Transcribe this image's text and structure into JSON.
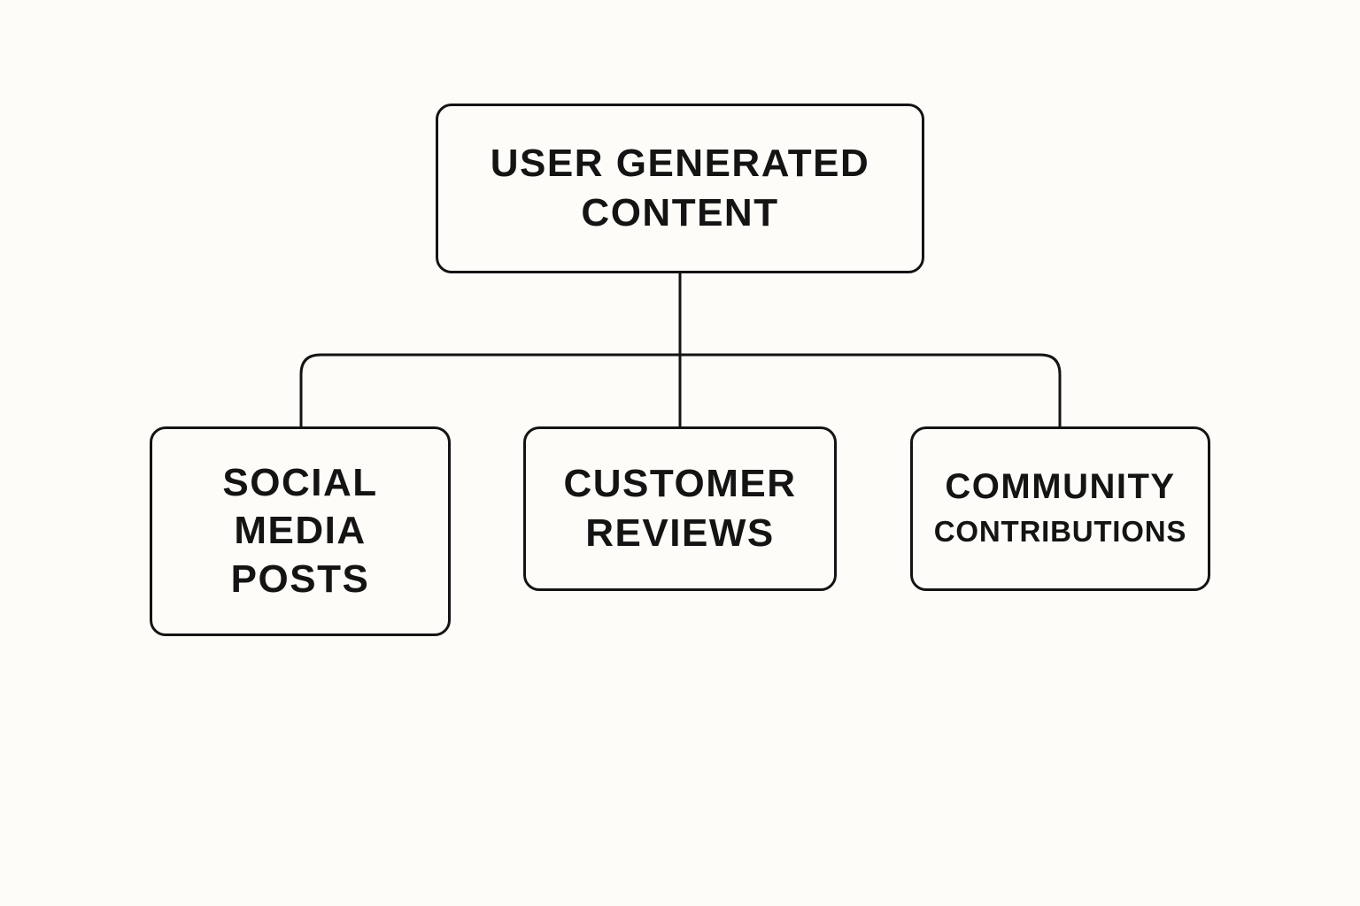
{
  "diagram": {
    "root": {
      "lines": [
        "USER GENERATED",
        "CONTENT"
      ]
    },
    "children": [
      {
        "id": "social",
        "lines": [
          "SOCIAL",
          "MEDIA",
          "POSTS"
        ]
      },
      {
        "id": "reviews",
        "lines": [
          "CUSTOMER",
          "REVIEWS"
        ]
      },
      {
        "id": "community",
        "lines": [
          "COMMUNITY",
          "CONTRIBUTIONS"
        ]
      }
    ]
  },
  "colors": {
    "background": "#fdfcf9",
    "stroke": "#141414"
  }
}
